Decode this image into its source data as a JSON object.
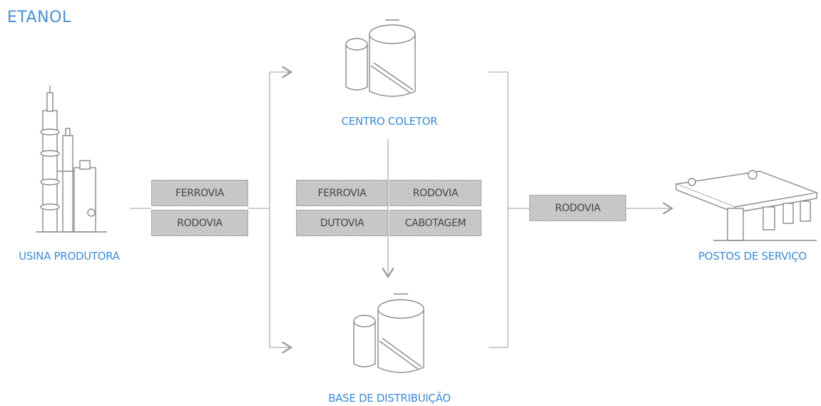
{
  "title": "ETANOL",
  "nodes": {
    "usina": "USINA PRODUTORA",
    "centro": "CENTRO COLETOR",
    "base": "BASE DE DISTRIBUIÇÃO",
    "postos": "POSTOS DE SERVIÇO"
  },
  "modes": {
    "left": [
      "FERROVIA",
      "RODOVIA"
    ],
    "center": [
      "FERROVIA",
      "RODOVIA",
      "DUTOVIA",
      "CABOTAGEM"
    ],
    "right": [
      "RODOVIA"
    ]
  },
  "colors": {
    "label": "#3f8bd6",
    "line": "#bdbdbd",
    "box_fill": "#c9c9c9",
    "icon_stroke": "#8a8a8a"
  }
}
